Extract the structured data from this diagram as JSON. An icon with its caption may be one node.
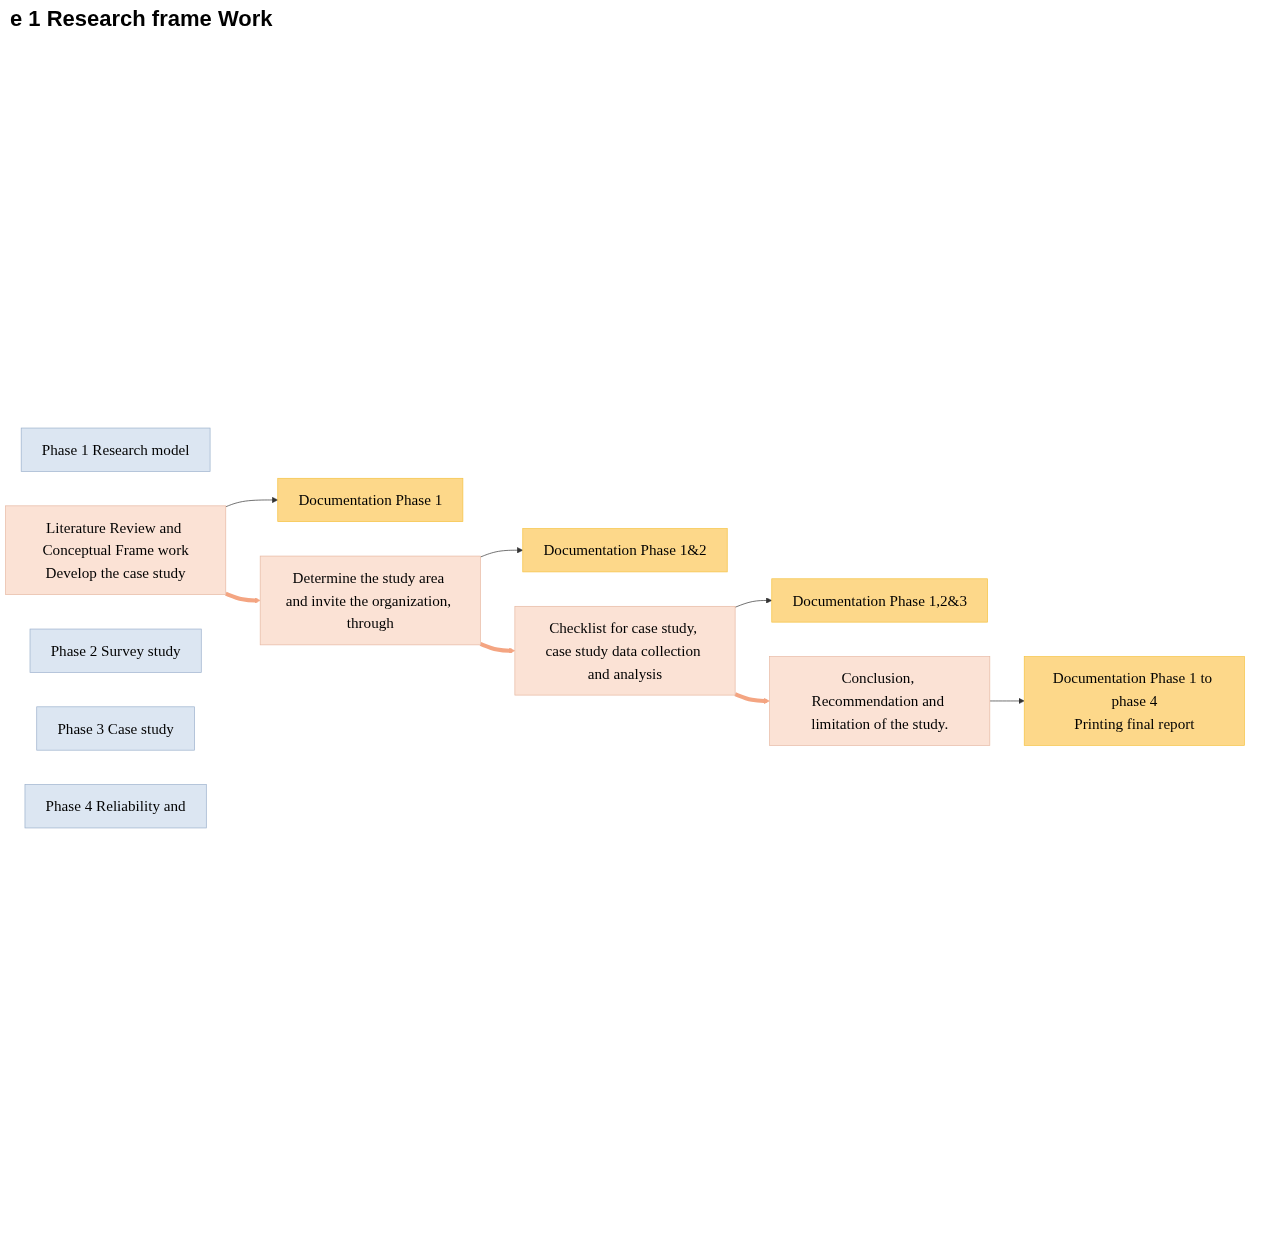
{
  "diagram": {
    "title": "e 1 Research frame Work",
    "nodes": [
      {
        "text": [
          "Phase 1 Research model"
        ]
      },
      {
        "text": [
          "Literature Review and Conceptual Frame work",
          "Develop the case study"
        ]
      },
      {
        "text": [
          "Documentation Phase 1"
        ]
      },
      {
        "text": [
          "Phase 2 Survey study"
        ]
      },
      {
        "text": [
          "Determine the study area and invite the organization, through"
        ]
      },
      {
        "text": [
          "Documentation Phase 1&2"
        ]
      },
      {
        "text": [
          "Phase 3 Case study"
        ]
      },
      {
        "text": [
          "Checklist for case study, case study data collection and analysis"
        ]
      },
      {
        "text": [
          "Documentation Phase 1,2&3"
        ]
      },
      {
        "text": [
          "Phase 4 Reliability and"
        ]
      },
      {
        "text": [
          "Conclusion, Recommendation and limitation of the study."
        ]
      },
      {
        "text": [
          "Documentation Phase 1 to phase 4",
          "Printing final report"
        ]
      }
    ],
    "edges": [
      {
        "from": 1,
        "to": 2,
        "arrow": "to"
      },
      {
        "from": 1,
        "to": 4,
        "arrow": "to",
        "style": "thick",
        "color": "#f4a582"
      },
      {
        "from": 4,
        "to": 5,
        "arrow": "to"
      },
      {
        "from": 4,
        "to": 7,
        "arrow": "to",
        "style": "thick",
        "color": "#f4a582"
      },
      {
        "from": 7,
        "to": 8,
        "arrow": "to"
      },
      {
        "from": 7,
        "to": 10,
        "arrow": "to",
        "style": "thick",
        "color": "#f4a582"
      },
      {
        "from": 10,
        "to": 11,
        "arrow": "to"
      }
    ]
  }
}
